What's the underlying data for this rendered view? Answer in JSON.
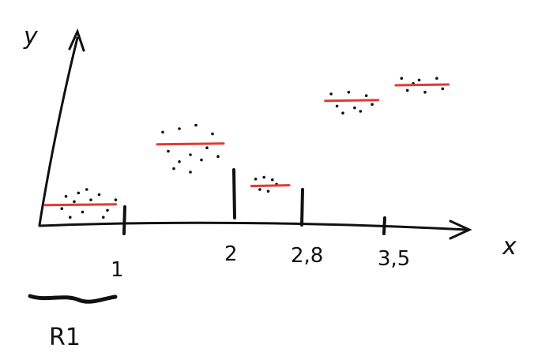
{
  "colors": {
    "ink": "#111111",
    "step": "#e53935"
  },
  "axes": {
    "x_label": "x",
    "y_label": "y"
  },
  "x_ticks": [
    "1",
    "2",
    "2,8",
    "3,5"
  ],
  "region_label": "R1",
  "chart_data": {
    "type": "scatter",
    "xlabel": "x",
    "ylabel": "y",
    "x_ticks": [
      1,
      2,
      2.8,
      3.5
    ],
    "xlim": [
      0,
      4.2
    ],
    "grid": false,
    "segments": [
      {
        "x_start": 0.05,
        "x_end": 0.9,
        "y": 0.55
      },
      {
        "x_start": 1.3,
        "x_end": 1.9,
        "y": 2.3
      },
      {
        "x_start": 2.2,
        "x_end": 2.65,
        "y": 1.1
      },
      {
        "x_start": 3.0,
        "x_end": 3.45,
        "y": 3.55
      },
      {
        "x_start": 3.6,
        "x_end": 4.05,
        "y": 4.0
      }
    ],
    "points": [
      {
        "x": 0.3,
        "y": 0.8
      },
      {
        "x": 0.45,
        "y": 0.9
      },
      {
        "x": 0.55,
        "y": 1.0
      },
      {
        "x": 0.7,
        "y": 0.85
      },
      {
        "x": 0.4,
        "y": 0.65
      },
      {
        "x": 0.6,
        "y": 0.7
      },
      {
        "x": 0.25,
        "y": 0.45
      },
      {
        "x": 0.8,
        "y": 0.4
      },
      {
        "x": 0.5,
        "y": 0.35
      },
      {
        "x": 0.35,
        "y": 0.2
      },
      {
        "x": 0.75,
        "y": 0.2
      },
      {
        "x": 0.9,
        "y": 0.7
      },
      {
        "x": 1.35,
        "y": 2.65
      },
      {
        "x": 1.5,
        "y": 2.75
      },
      {
        "x": 1.65,
        "y": 2.85
      },
      {
        "x": 1.8,
        "y": 2.6
      },
      {
        "x": 1.4,
        "y": 2.1
      },
      {
        "x": 1.6,
        "y": 2.0
      },
      {
        "x": 1.75,
        "y": 2.2
      },
      {
        "x": 1.5,
        "y": 1.8
      },
      {
        "x": 1.7,
        "y": 1.85
      },
      {
        "x": 1.45,
        "y": 1.6
      },
      {
        "x": 1.85,
        "y": 1.95
      },
      {
        "x": 1.6,
        "y": 1.5
      },
      {
        "x": 2.25,
        "y": 1.3
      },
      {
        "x": 2.35,
        "y": 1.35
      },
      {
        "x": 2.45,
        "y": 1.28
      },
      {
        "x": 2.3,
        "y": 1.0
      },
      {
        "x": 2.5,
        "y": 1.15
      },
      {
        "x": 2.4,
        "y": 0.95
      },
      {
        "x": 3.05,
        "y": 3.75
      },
      {
        "x": 3.2,
        "y": 3.8
      },
      {
        "x": 3.35,
        "y": 3.7
      },
      {
        "x": 3.1,
        "y": 3.4
      },
      {
        "x": 3.25,
        "y": 3.35
      },
      {
        "x": 3.4,
        "y": 3.45
      },
      {
        "x": 3.15,
        "y": 3.2
      },
      {
        "x": 3.3,
        "y": 3.25
      },
      {
        "x": 3.65,
        "y": 4.2
      },
      {
        "x": 3.8,
        "y": 4.15
      },
      {
        "x": 3.95,
        "y": 4.2
      },
      {
        "x": 3.7,
        "y": 3.85
      },
      {
        "x": 3.85,
        "y": 3.8
      },
      {
        "x": 4.0,
        "y": 3.9
      },
      {
        "x": 3.75,
        "y": 4.05
      }
    ]
  }
}
